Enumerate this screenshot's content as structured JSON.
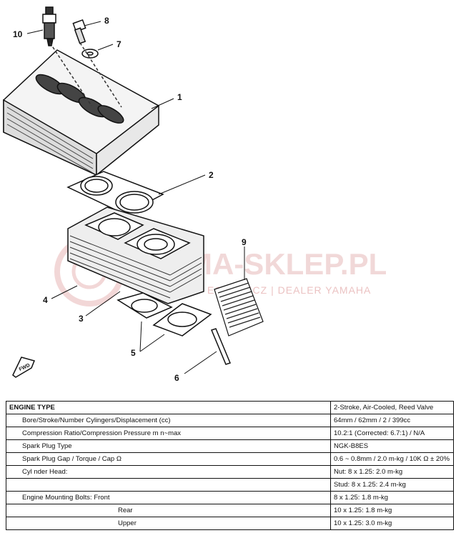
{
  "callouts": {
    "c1": "1",
    "c2": "2",
    "c3": "3",
    "c4": "4",
    "c5": "5",
    "c6": "6",
    "c7": "7",
    "c8": "8",
    "c9": "9",
    "c10": "10"
  },
  "fwd_label": "FWD",
  "watermark": {
    "title": "MA-SKLEP.PL",
    "subtitle": "ECHOWICZ | DEALER YAMAHA"
  },
  "spec_table": {
    "rows": [
      {
        "label": "ENGINE TYPE",
        "value": "2-Stroke, Air-Cooled, Reed Valve"
      },
      {
        "label": "Bore/Stroke/Number Cylingers/Displacement (cc)",
        "value": "64mm / 62mm / 2 / 399cc"
      },
      {
        "label": "Compression Ratio/Compression Pressure m n~max",
        "value": "10.2:1 (Corrected: 6.7:1) / N/A"
      },
      {
        "label": "Spark Plug Type",
        "value": "NGK-B8ES"
      },
      {
        "label": "Spark Plug Gap / Torque / Cap Ω",
        "value": "0.6 ~ 0.8mm / 2.0 m-kg / 10K Ω ± 20%"
      },
      {
        "label": "Cyl nder Head:",
        "value": "Nut: 8 x 1.25: 2.0 m-kg"
      },
      {
        "label": "",
        "value": "Stud: 8 x 1.25: 2.4 m-kg"
      },
      {
        "label": "Engine Mounting Bolts:   Front",
        "value": "8 x 1.25: 1.8 m-kg"
      },
      {
        "label": "Rear",
        "value": "10 x 1.25: 1.8 m-kg"
      },
      {
        "label": "Upper",
        "value": "10 x 1.25: 3.0 m-kg"
      }
    ]
  }
}
